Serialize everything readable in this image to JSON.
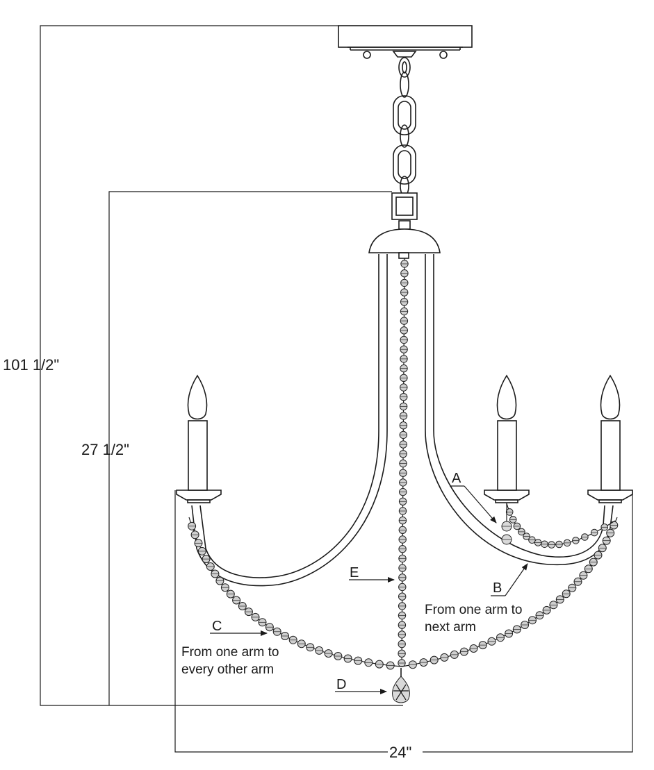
{
  "dimensions": {
    "overall_height": "101 1/2\"",
    "body_height": "27 1/2\"",
    "width": "24\""
  },
  "callouts": {
    "A": {
      "letter": "A"
    },
    "B": {
      "letter": "B",
      "note_line1": "From one arm to",
      "note_line2": "next arm"
    },
    "C": {
      "letter": "C",
      "note_line1": "From one arm to",
      "note_line2": "every other arm"
    },
    "D": {
      "letter": "D"
    },
    "E": {
      "letter": "E"
    }
  }
}
